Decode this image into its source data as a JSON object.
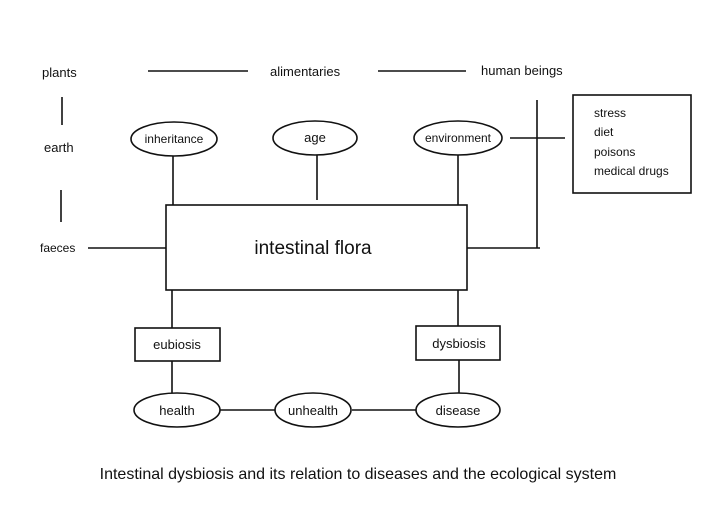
{
  "diagram": {
    "top_row": {
      "plants": "plants",
      "alimentaries": "alimentaries",
      "human_beings": "human beings"
    },
    "left_column": {
      "earth": "earth",
      "faeces": "faeces"
    },
    "factors": {
      "inheritance": "inheritance",
      "age": "age",
      "environment": "environment"
    },
    "center": "intestinal flora",
    "external_factors": [
      "stress",
      "diet",
      "poisons",
      "medical drugs"
    ],
    "states": {
      "eubiosis": "eubiosis",
      "dysbiosis": "dysbiosis"
    },
    "outcomes": {
      "health": "health",
      "unhealth": "unhealth",
      "disease": "disease"
    },
    "caption": "Intestinal dysbiosis and its relation to diseases and the ecological system"
  }
}
